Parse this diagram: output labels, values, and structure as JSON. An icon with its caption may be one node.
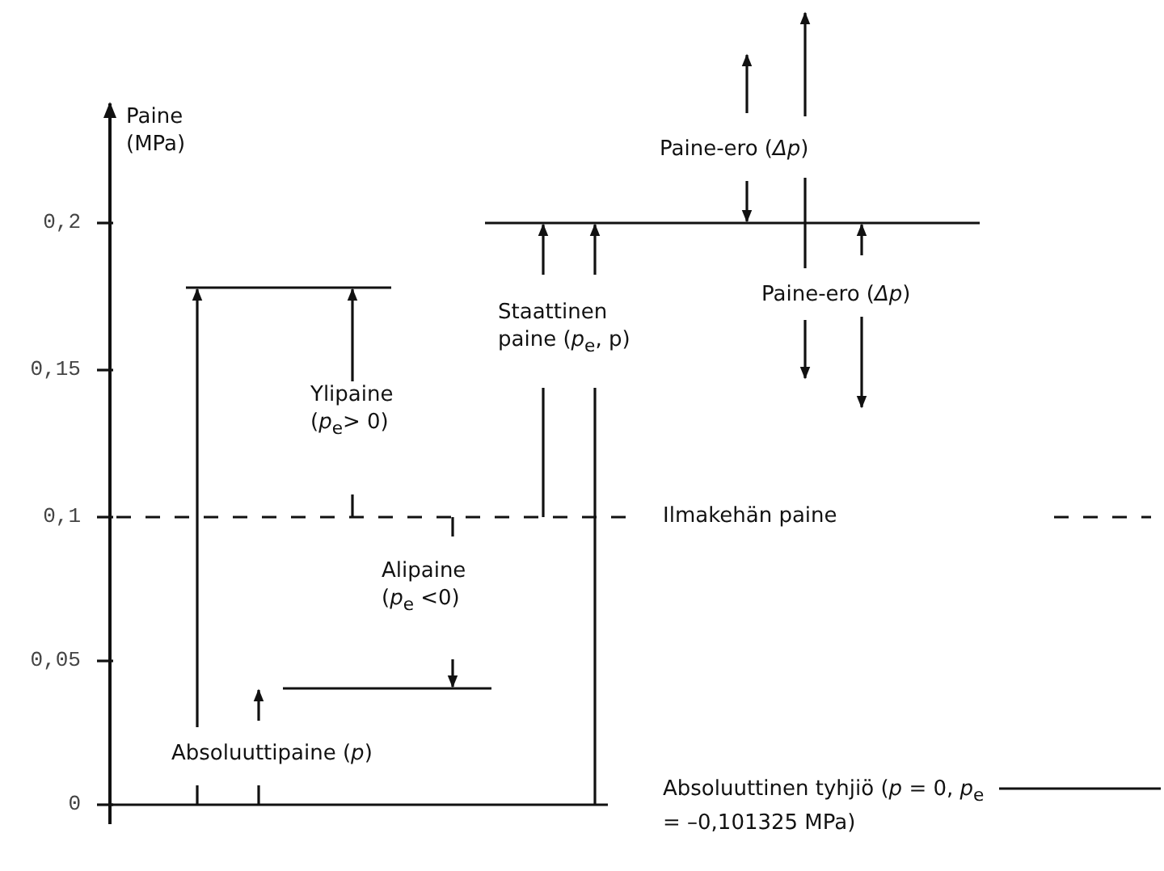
{
  "diagram": {
    "labels": [
      "Paine (MPa)",
      "Paine-ero (*Δp*)",
      "0,2",
      "Paine-ero (*Δp*)",
      "Staattinen paine (*p*$_{e}$, p)",
      "0,15",
      "Ylipaine (*p*$_{e}$> 0)",
      "0,1",
      "Ilmakehän paine",
      "Alipaine (*p*$_{e}$ <0)",
      "0,05",
      "Absoluuttipaine (*p*)",
      "0",
      "Absoluuttinen tyhjiö (*p* = 0, *p*$_{e}$ = –0,101325 MPa)"
    ]
  }
}
